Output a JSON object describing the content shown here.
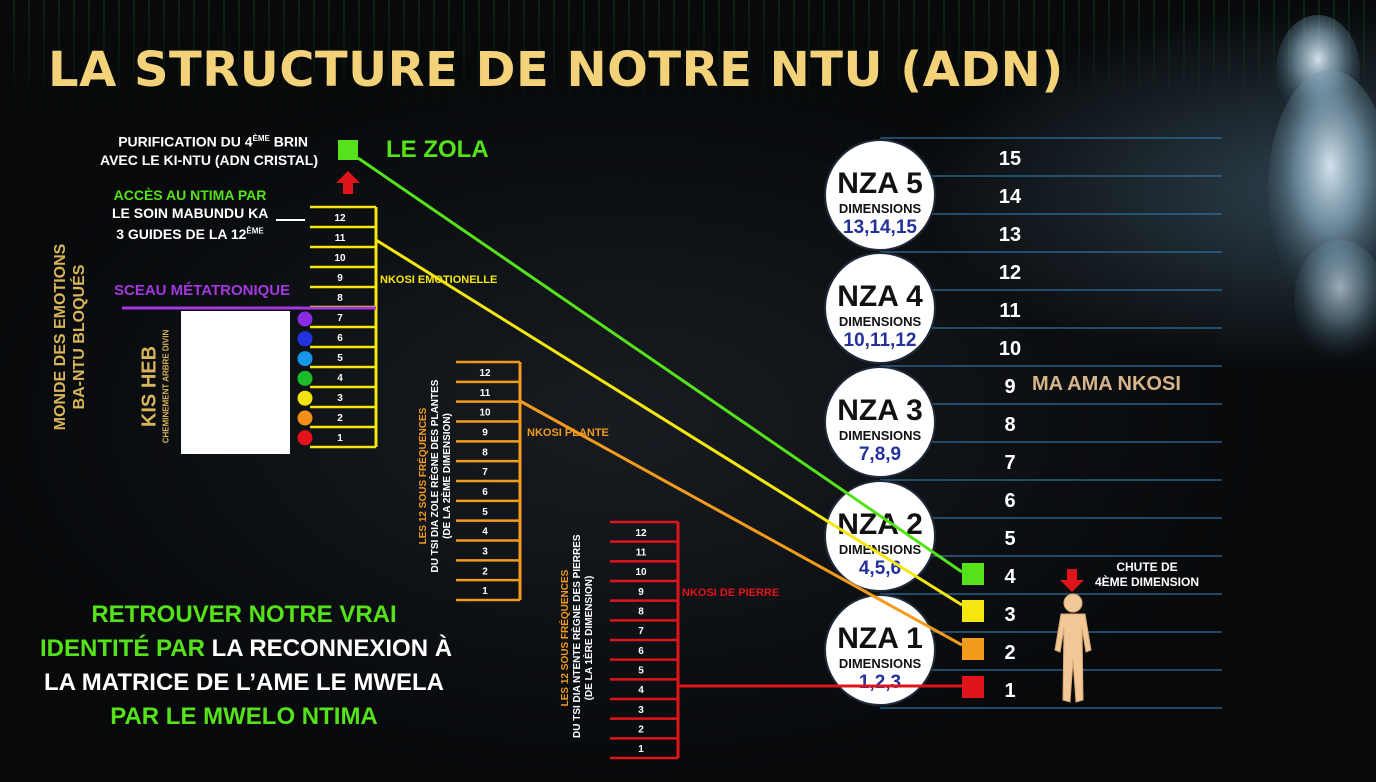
{
  "title": "LA STRUCTURE DE NOTRE NTU (ADN)",
  "colors": {
    "title": "#f3d27a",
    "green": "#56e21a",
    "yellow": "#f5e60f",
    "orange": "#f29b1d",
    "red": "#e0141b",
    "purple": "#a437e0",
    "white": "#ffffff",
    "navy": "#24319b",
    "tan": "#d7b48a",
    "line_blue": "#2f6f9e"
  },
  "left": {
    "purification_line1": "PURIFICATION DU 4",
    "purification_sup": "ÈME",
    "purification_line1_end": " BRIN",
    "purification_line2": "AVEC LE KI-NTU (ADN CRISTAL)",
    "le_zola": "LE ZOLA",
    "acces_line1": "ACCÈS AU NTIMA PAR",
    "acces_line2": "LE SOIN MABUNDU KA",
    "acces_line3": "3 GUIDES DE LA 12",
    "acces_sup": "ÈME",
    "sceau": "SCEAU MÉTATRONIQUE",
    "monde_line1": "MONDE DES EMOTIONS",
    "monde_line2": "BA-NTU BLOQUÉS",
    "kis_heb": "KIS HEB",
    "kis_heb_sub": "CHEMINEMENT ARBRE DIVIN",
    "nkosi_emotionelle": "NKOSI EMOTIONELLE",
    "nkosi_plante": "NKOSI PLANTE",
    "nkosi_pierre": "NKOSI DE PIERRE",
    "plante_vertical": [
      "LES 12 SOUS FRÉQUENCES",
      "DU TSI DIA ZOLE  RÈGNE DES PLANTES",
      "(DE LA 2ÈME DIMENSION)"
    ],
    "pierre_vertical": [
      "LES 12 SOUS FRÉQUENCES",
      "DU TSI DIA NTENTE  RÈGNE DES PIERRES",
      "(DE LA 1ÈRE DIMENSION)"
    ]
  },
  "ladders": {
    "emotion_labels": [
      "12",
      "11",
      "10",
      "9",
      "8",
      "7",
      "6",
      "5",
      "4",
      "3",
      "2",
      "1"
    ],
    "plante_labels": [
      "12",
      "11",
      "10",
      "9",
      "8",
      "7",
      "6",
      "5",
      "4",
      "3",
      "2",
      "1"
    ],
    "pierre_labels": [
      "12",
      "11",
      "10",
      "9",
      "8",
      "7",
      "6",
      "5",
      "4",
      "3",
      "2",
      "1"
    ],
    "chakra_colors": [
      "#8a2be2",
      "#2233dd",
      "#1596e6",
      "#1cbb2a",
      "#f3e312",
      "#f2901a",
      "#e3121b"
    ]
  },
  "circles": [
    {
      "name": "NZA 5",
      "dims_label": "DIMENSIONS",
      "dims": "13,14,15"
    },
    {
      "name": "NZA 4",
      "dims_label": "DIMENSIONS",
      "dims": "10,11,12"
    },
    {
      "name": "NZA 3",
      "dims_label": "DIMENSIONS",
      "dims": "7,8,9"
    },
    {
      "name": "NZA 2",
      "dims_label": "DIMENSIONS",
      "dims": "4,5,6"
    },
    {
      "name": "NZA 1",
      "dims_label": "DIMENSIONS",
      "dims": "1,2,3"
    }
  ],
  "dimension_numbers": [
    "15",
    "14",
    "13",
    "12",
    "11",
    "10",
    "9",
    "8",
    "7",
    "6",
    "5",
    "4",
    "3",
    "2",
    "1"
  ],
  "ma_ama_nkosi": "MA AMA NKOSI",
  "chute_line1": "CHUTE DE",
  "chute_line2": "4ÈME DIMENSION",
  "bottom_left": {
    "l1a": "RETROUVER NOTRE VRAI",
    "l2a": "IDENTITÉ PAR",
    "l2b": " LA RECONNEXION À",
    "l3": "LA MATRICE DE L’AME LE MWELA",
    "l4": "PAR LE MWELO NTIMA"
  }
}
